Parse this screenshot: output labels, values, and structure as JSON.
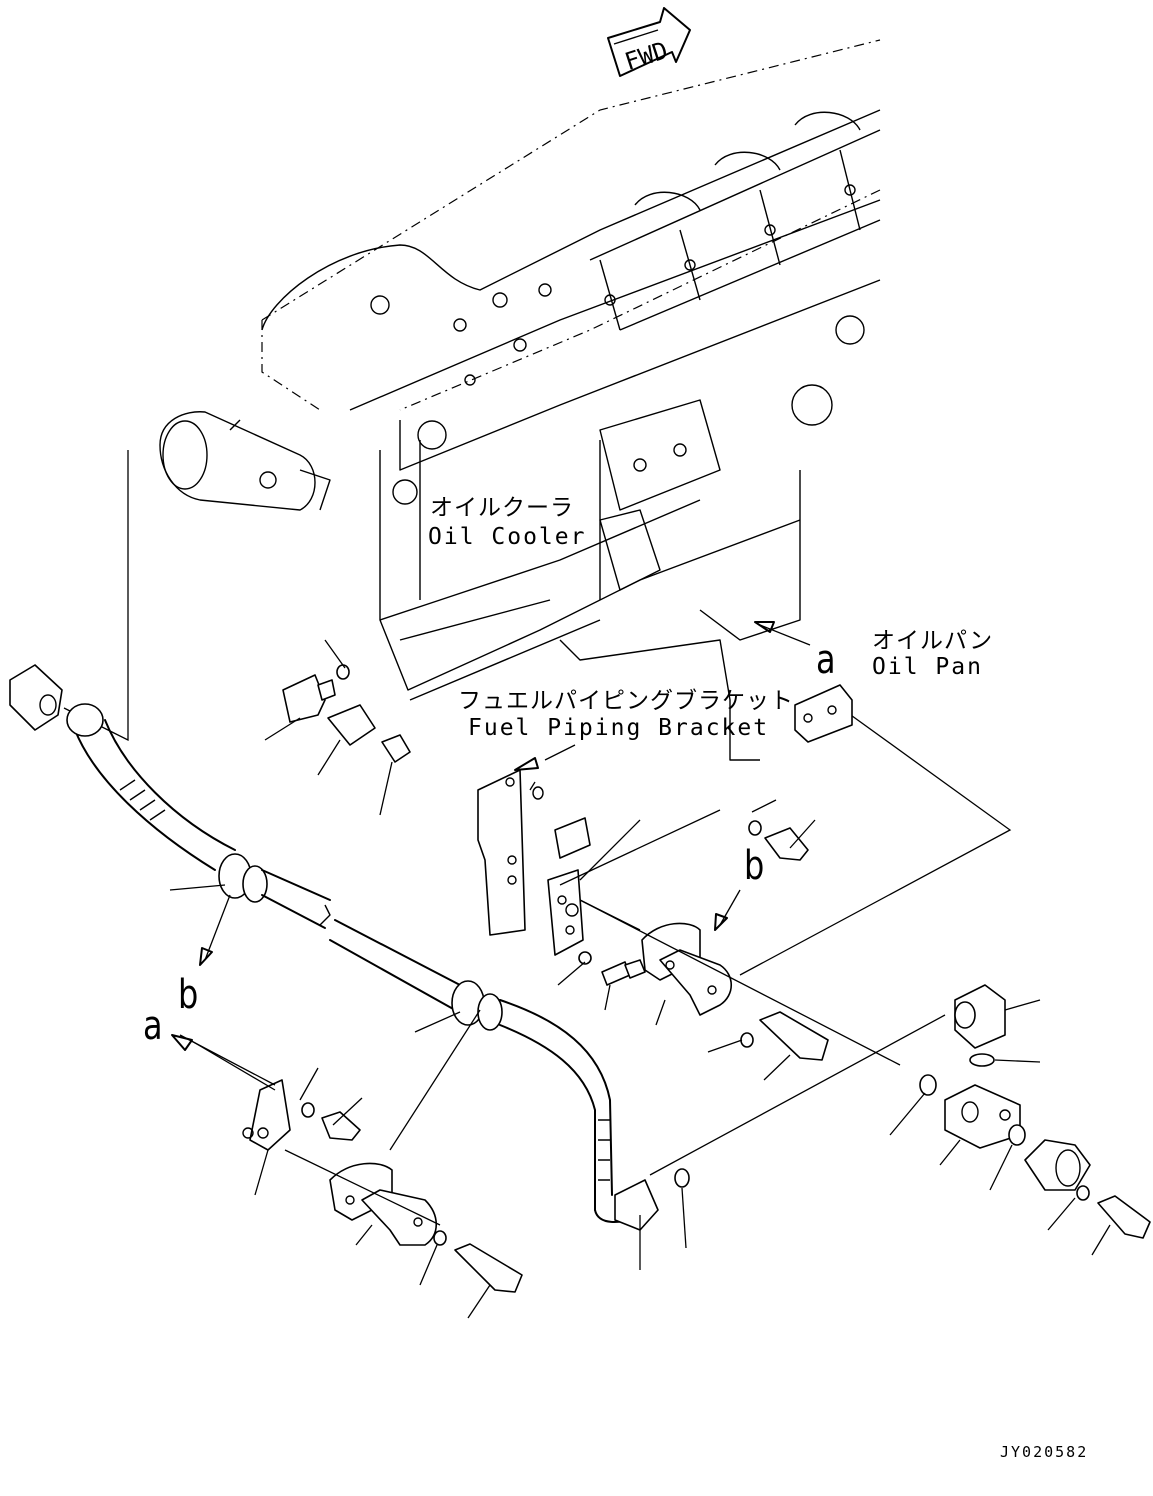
{
  "fwd_mark": "FWD",
  "labels": {
    "oil_cooler_jp": "オイルクーラ",
    "oil_cooler_en": "Oil Cooler",
    "oil_pan_jp": "オイルパン",
    "oil_pan_en": "Oil Pan",
    "fuel_bracket_jp": "フュエルパイピングブラケット",
    "fuel_bracket_en": "Fuel Piping Bracket"
  },
  "refs": {
    "a_top": "a",
    "a_left": "a",
    "b_top": "b",
    "b_left": "b"
  },
  "drawing_code": "JY020582"
}
